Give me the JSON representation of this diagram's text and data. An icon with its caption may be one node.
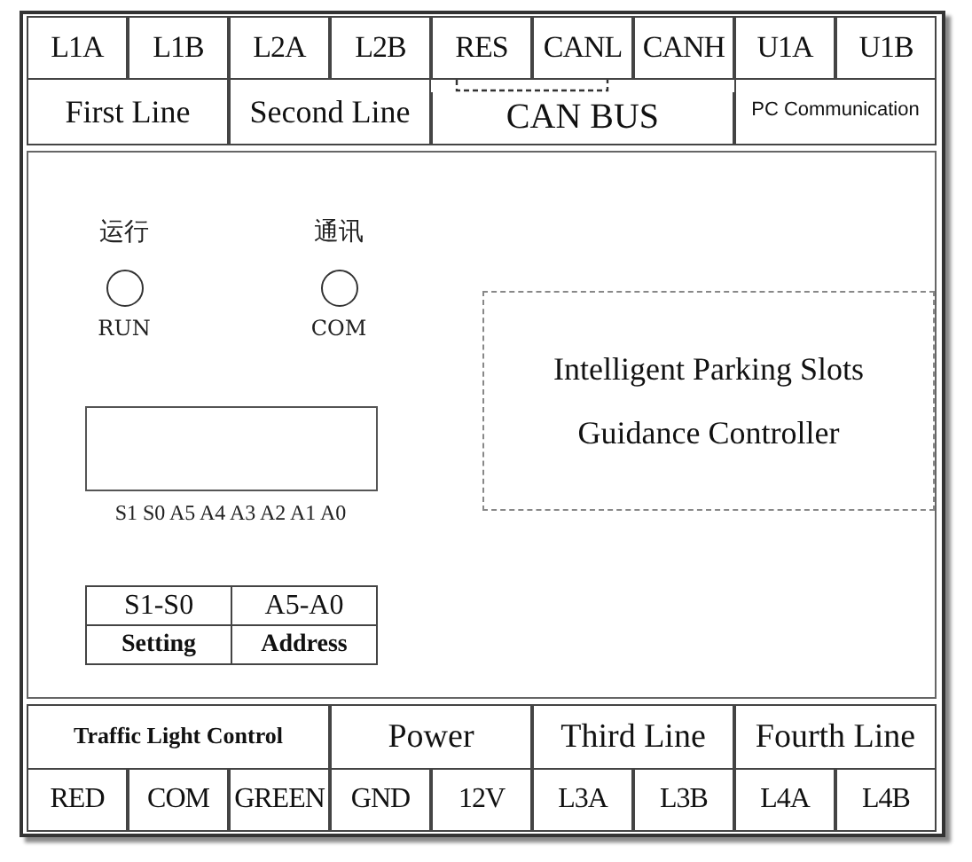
{
  "diagram": {
    "nodes": [
      {
        "text": [],
        "shape": "box"
      },
      {
        "text": [
          "L1A"
        ],
        "in": 0
      },
      {
        "text": [
          "L1B"
        ],
        "in": 0
      },
      {
        "text": [
          "L2A"
        ],
        "in": 0
      },
      {
        "text": [
          "L2B"
        ],
        "in": 0
      },
      {
        "text": [
          "RES"
        ],
        "in": 0
      },
      {
        "text": [
          "CANL"
        ],
        "in": 0
      },
      {
        "text": [
          "CANH"
        ],
        "in": 0
      },
      {
        "text": [
          "U1A"
        ],
        "in": 0
      },
      {
        "text": [
          "U1B"
        ],
        "in": 0
      },
      {
        "text": [
          "First Line"
        ],
        "in": 0
      },
      {
        "text": [
          "Second Line"
        ],
        "in": 0
      },
      {
        "text": [
          "CAN BUS"
        ],
        "in": 0
      },
      {
        "text": [
          "PC Communication"
        ],
        "in": 0
      },
      {
        "text": [],
        "shape": "box",
        "in": 0
      },
      {
        "text": [],
        "shape": "circle",
        "in": 14,
        "beside": [
          "运行",
          "RUN"
        ]
      },
      {
        "text": [],
        "shape": "circle",
        "in": 14,
        "beside": [
          "通讯",
          "COM"
        ]
      },
      {
        "text": [],
        "shape": "box",
        "in": 14,
        "beside": [
          "S1 S0 A5 A4 A3 A2 A1 A0"
        ]
      },
      {
        "text": [
          "Intelligent Parking Slots Guidance Controller"
        ],
        "in": 14
      },
      {
        "text": [
          "S1-S0"
        ],
        "in": 14
      },
      {
        "text": [
          "A5-A0"
        ],
        "in": 14
      },
      {
        "text": [
          "Setting"
        ],
        "in": 14
      },
      {
        "text": [
          "Address"
        ],
        "in": 14
      },
      {
        "text": [
          "Traffic Light Control"
        ],
        "in": 0
      },
      {
        "text": [
          "Power"
        ],
        "in": 0
      },
      {
        "text": [
          "Third Line"
        ],
        "in": 0
      },
      {
        "text": [
          "Fourth Line"
        ],
        "in": 0
      },
      {
        "text": [
          "RED"
        ],
        "in": 0
      },
      {
        "text": [
          "COM"
        ],
        "in": 0
      },
      {
        "text": [
          "GREEN"
        ],
        "in": 0
      },
      {
        "text": [
          "GND"
        ],
        "in": 0
      },
      {
        "text": [
          "12V"
        ],
        "in": 0
      },
      {
        "text": [
          "L3A"
        ],
        "in": 0
      },
      {
        "text": [
          "L3B"
        ],
        "in": 0
      },
      {
        "text": [
          "L4A"
        ],
        "in": 0
      },
      {
        "text": [
          "L4B"
        ],
        "in": 0
      }
    ],
    "edges": [
      {
        "from": 5,
        "to": 6,
        "arrow": "none",
        "style": "dashed"
      }
    ]
  }
}
